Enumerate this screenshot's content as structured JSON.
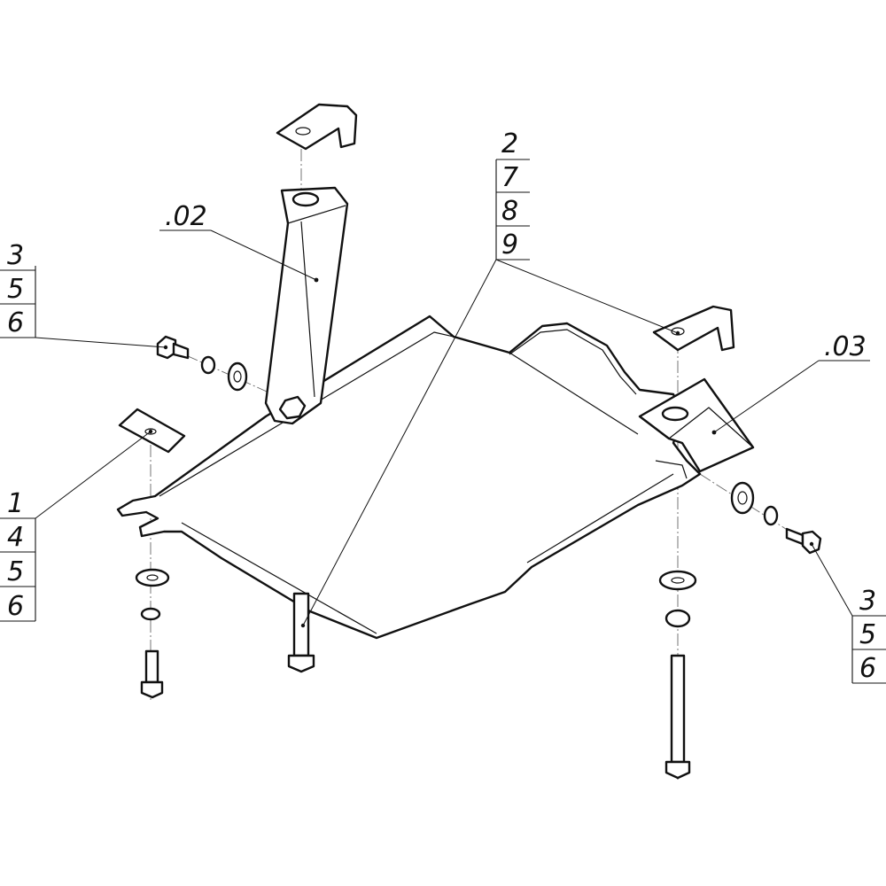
{
  "callouts": {
    "stack_left_top": [
      "3",
      "5",
      "6"
    ],
    "stack_left_bottom": [
      "1",
      "4",
      "5",
      "6"
    ],
    "stack_top_center": [
      "2",
      "7",
      "8",
      "9"
    ],
    "stack_right_bottom": [
      "3",
      "5",
      "6"
    ],
    "bracket_left": ".02",
    "bracket_right": ".03"
  },
  "colors": {
    "line": "#111111",
    "axis": "#666666",
    "background": "#ffffff"
  }
}
